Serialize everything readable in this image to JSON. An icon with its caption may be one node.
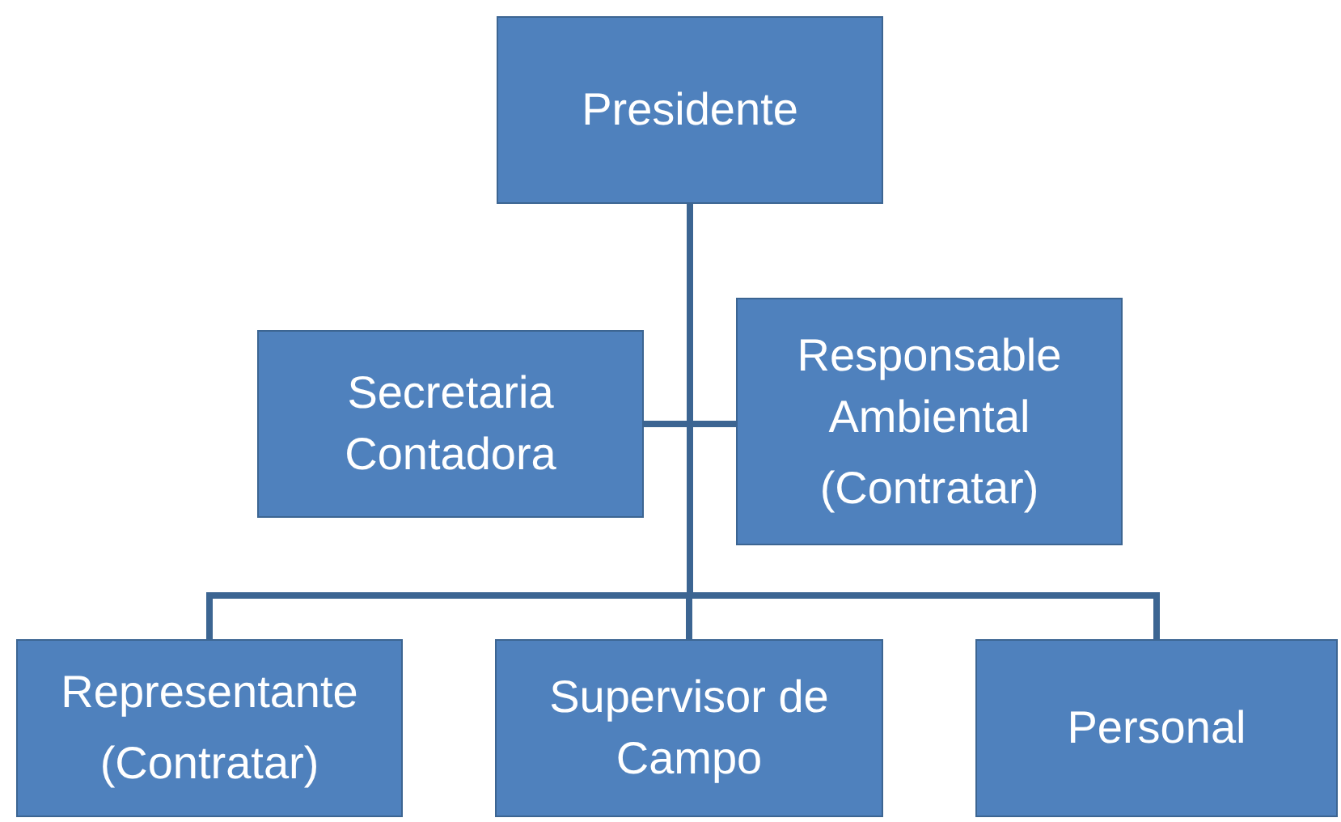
{
  "diagram": {
    "nodes": [
      {
        "text": [
          "Presidente"
        ]
      },
      {
        "text": [
          "Secretaria Contadora"
        ]
      },
      {
        "text": [
          "Responsable Ambiental",
          "(Contratar)"
        ]
      },
      {
        "text": [
          "Representante",
          "(Contratar)"
        ]
      },
      {
        "text": [
          "Supervisor de Campo"
        ]
      },
      {
        "text": [
          "Personal"
        ]
      }
    ],
    "edges": [
      {
        "from": 0,
        "to": 1,
        "arrow": "none"
      },
      {
        "from": 0,
        "to": 2,
        "arrow": "none"
      },
      {
        "from": 0,
        "to": 3,
        "arrow": "none"
      },
      {
        "from": 0,
        "to": 4,
        "arrow": "none"
      },
      {
        "from": 0,
        "to": 5,
        "arrow": "none"
      }
    ]
  }
}
